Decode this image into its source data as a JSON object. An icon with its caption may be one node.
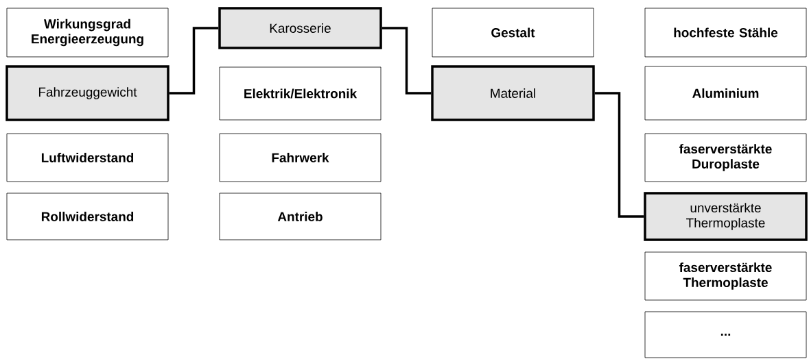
{
  "diagram": {
    "nodes": [
      {
        "text": [
          "Wirkungsgrad Energieerzeugung"
        ]
      },
      {
        "text": [
          "Fahrzeuggewicht"
        ]
      },
      {
        "text": [
          "Luftwiderstand"
        ]
      },
      {
        "text": [
          "Rollwiderstand"
        ]
      },
      {
        "text": [
          "Karosserie"
        ]
      },
      {
        "text": [
          "Elektrik/Elektronik"
        ]
      },
      {
        "text": [
          "Fahrwerk"
        ]
      },
      {
        "text": [
          "Antrieb"
        ]
      },
      {
        "text": [
          "Gestalt"
        ]
      },
      {
        "text": [
          "Material"
        ]
      },
      {
        "text": [
          "hochfeste Stähle"
        ]
      },
      {
        "text": [
          "Aluminium"
        ]
      },
      {
        "text": [
          "faserverstärkte Duroplaste"
        ]
      },
      {
        "text": [
          "unverstärkte Thermoplaste"
        ]
      },
      {
        "text": [
          "faserverstärkte Thermoplaste"
        ]
      },
      {
        "text": [
          "..."
        ]
      }
    ],
    "edges": [
      {
        "from": 1,
        "to": 4,
        "arrow": "none"
      },
      {
        "from": 4,
        "to": 9,
        "arrow": "none"
      },
      {
        "from": 9,
        "to": 13,
        "arrow": "none"
      }
    ]
  }
}
